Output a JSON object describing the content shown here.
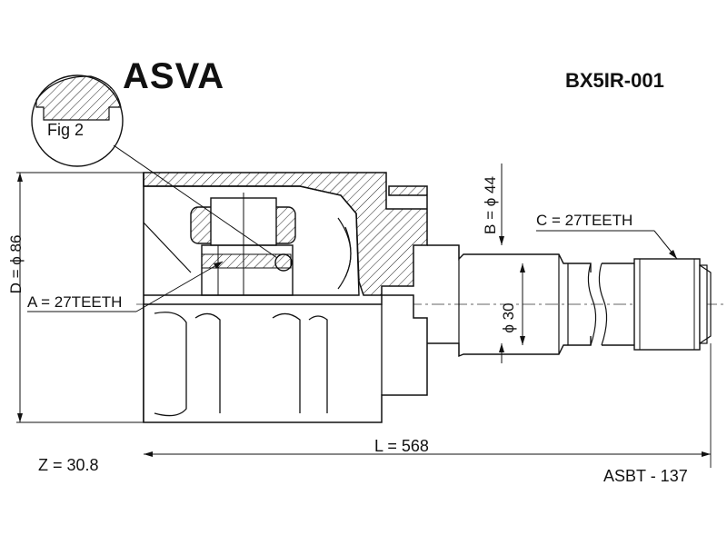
{
  "header": {
    "brand": "ASVA",
    "part_number": "BX5IR-001"
  },
  "detail": {
    "label": "Fig 2"
  },
  "dimensions": {
    "d_outer": "D = ϕ 86",
    "b_shaft": "B = ϕ 44",
    "shaft_dia": "ϕ 30",
    "length": "L = 568",
    "inner_splines": "A = 27TEETH",
    "outer_splines": "C = 27TEETH"
  },
  "footer": {
    "z_value": "Z = 30.8",
    "reference": "ASBT - 137"
  }
}
